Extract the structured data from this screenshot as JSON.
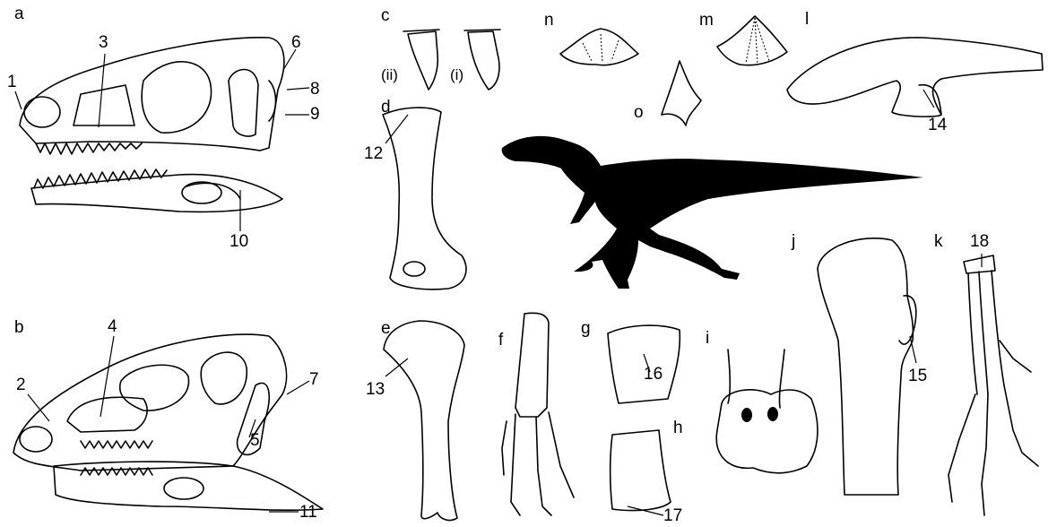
{
  "panels": {
    "a": "a",
    "b": "b",
    "c": "c",
    "d": "d",
    "e": "e",
    "f": "f",
    "g": "g",
    "h": "h",
    "i": "i",
    "j": "j",
    "k": "k",
    "l": "l",
    "m": "m",
    "n": "n",
    "o": "o"
  },
  "tooth_labels": {
    "ii": "(ii)",
    "i": "(i)"
  },
  "callouts": [
    "1",
    "2",
    "3",
    "4",
    "5",
    "6",
    "7",
    "8",
    "9",
    "10",
    "11",
    "12",
    "13",
    "14",
    "15",
    "16",
    "17",
    "18"
  ]
}
